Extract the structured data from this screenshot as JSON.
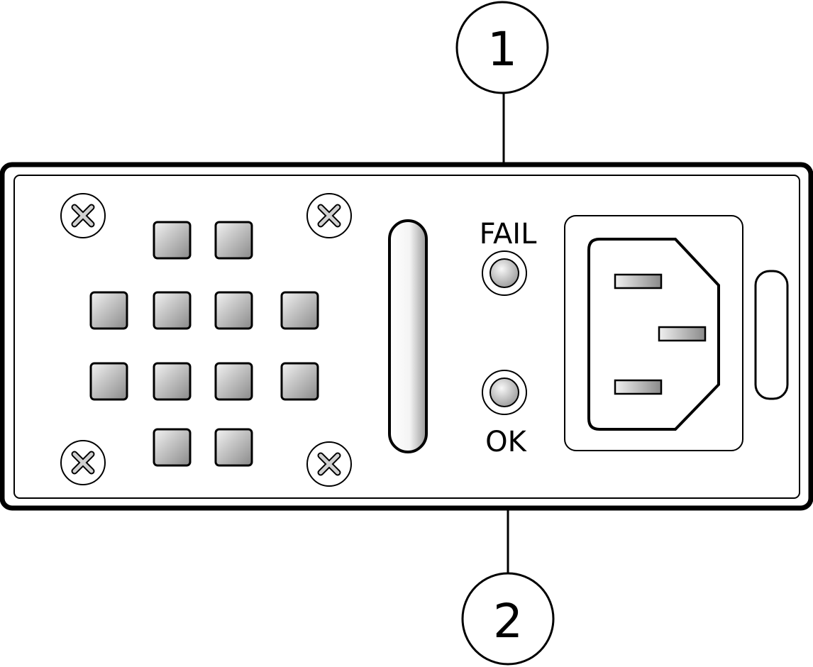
{
  "callouts": [
    {
      "number": "1",
      "target": "fail-led"
    },
    {
      "number": "2",
      "target": "ok-led"
    }
  ],
  "labels": {
    "fail": "FAIL",
    "ok": "OK"
  },
  "icons": {
    "screw": "screw-icon",
    "vent": "vent-icon",
    "led": "led-icon",
    "handle": "handle-icon",
    "power_inlet": "power-inlet-icon",
    "latch": "latch-icon",
    "arrow": "arrow-icon"
  },
  "colors": {
    "outline": "#000000",
    "background": "#ffffff",
    "vent_light": "#e8e8e8",
    "vent_dark": "#8a8a8a"
  }
}
